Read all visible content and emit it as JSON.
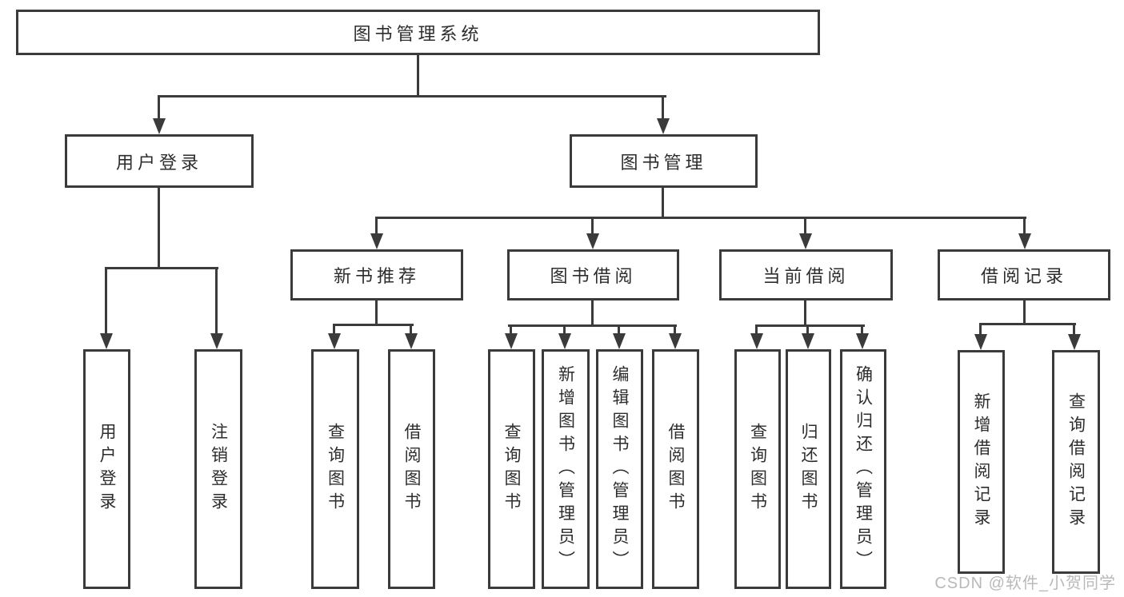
{
  "colors": {
    "line": "#3b3b3b",
    "text": "#2d2d2d",
    "box_fill": "#ffffff",
    "background": "#ffffff",
    "watermark": "#b9b9b9"
  },
  "nodes": {
    "root": {
      "label": "图书管理系统"
    },
    "login": {
      "label": "用户登录"
    },
    "mgmt": {
      "label": "图书管理"
    },
    "rec": {
      "label": "新书推荐"
    },
    "borrow": {
      "label": "图书借阅"
    },
    "current": {
      "label": "当前借阅"
    },
    "record": {
      "label": "借阅记录"
    },
    "leaf_login": {
      "label": "用户登录"
    },
    "leaf_logout": {
      "label": "注销登录"
    },
    "leaf_rec_query": {
      "label": "查询图书"
    },
    "leaf_rec_borrow": {
      "label": "借阅图书"
    },
    "leaf_bor_query": {
      "label": "查询图书"
    },
    "leaf_bor_add": {
      "label": "新增图书（管理员）"
    },
    "leaf_bor_edit": {
      "label": "编辑图书（管理员）"
    },
    "leaf_bor_borrow": {
      "label": "借阅图书"
    },
    "leaf_cur_query": {
      "label": "查询图书"
    },
    "leaf_cur_return": {
      "label": "归还图书"
    },
    "leaf_cur_confirm": {
      "label": "确认归还（管理员）"
    },
    "leaf_record_add": {
      "label": "新增借阅记录"
    },
    "leaf_record_query": {
      "label": "查询借阅记录"
    }
  },
  "watermark": {
    "text": "CSDN @软件_小贺同学"
  }
}
